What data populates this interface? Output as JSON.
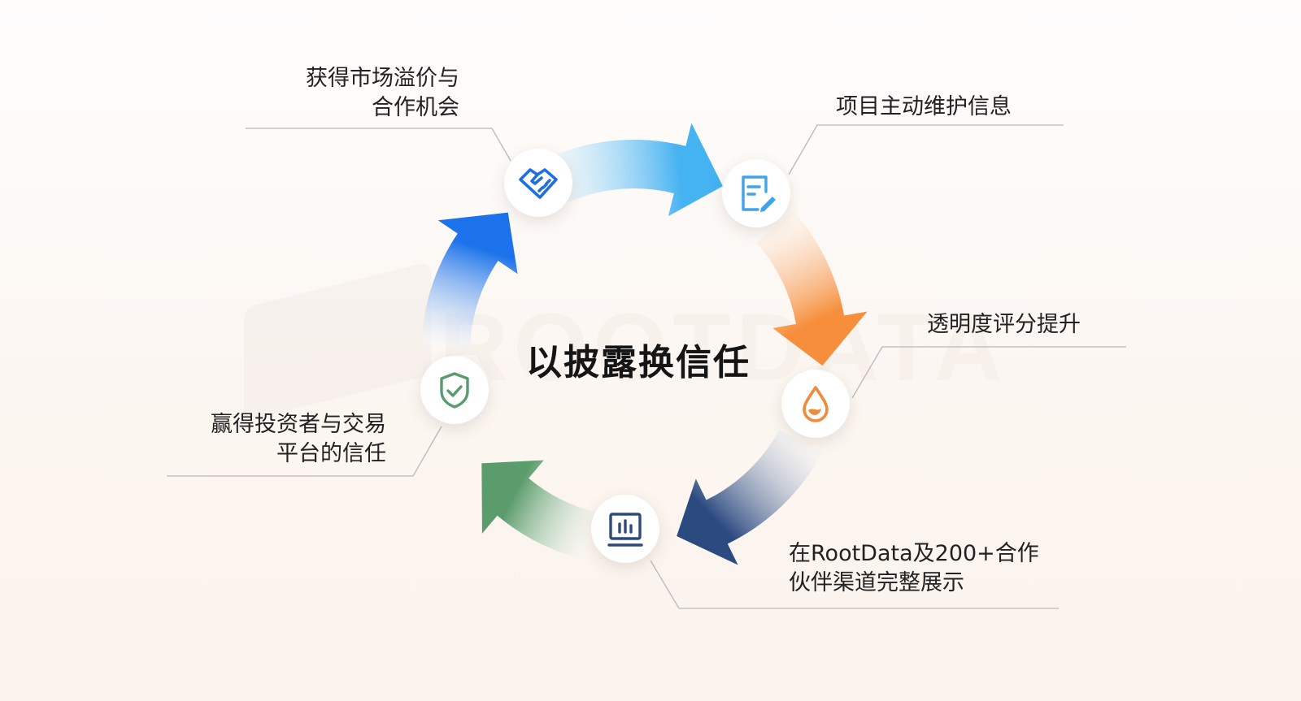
{
  "watermark": "ROOTDATA",
  "center_title": "以披露换信任",
  "steps": [
    {
      "lines": [
        "获得市场溢价与",
        "合作机会"
      ],
      "icon": "handshake-icon",
      "color": "#1f6fe0"
    },
    {
      "lines": [
        "项目主动维护信息"
      ],
      "icon": "document-edit-icon",
      "color": "#3fa5e8"
    },
    {
      "lines": [
        "透明度评分提升"
      ],
      "icon": "water-drop-icon",
      "color": "#f08a3c"
    },
    {
      "lines": [
        "在RootData及200+合作",
        "伙伴渠道完整展示"
      ],
      "icon": "chart-board-icon",
      "color": "#2c4a7e"
    },
    {
      "lines": [
        "赢得投资者与交易",
        "平台的信任"
      ],
      "icon": "shield-check-icon",
      "color": "#5a9a70"
    }
  ],
  "arrow_colors": {
    "top": [
      "#e4f3fc",
      "#45b2f2"
    ],
    "right": [
      "#fdeee2",
      "#f68e3b"
    ],
    "bottom_right": [
      "#eef0f4",
      "#2b4a80"
    ],
    "bottom_left": [
      "#f0f5f0",
      "#5b9c6c"
    ],
    "left": [
      "#f6f8fb",
      "#1b72ea"
    ]
  }
}
